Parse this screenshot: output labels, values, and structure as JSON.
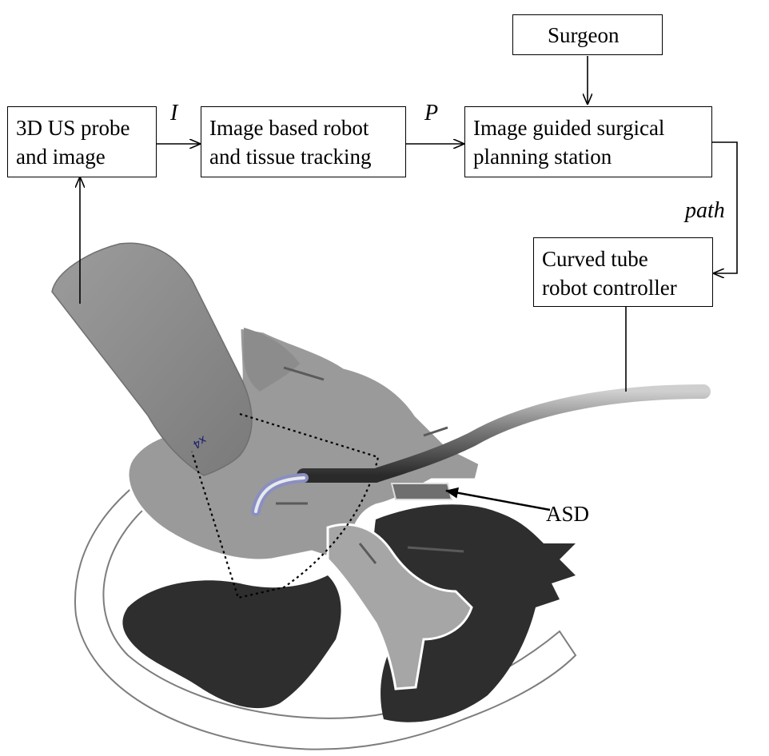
{
  "blocks": {
    "surgeon": "Surgeon",
    "probe": {
      "line1": "3D US probe",
      "line2": "and image"
    },
    "tracking": {
      "line1": "Image based robot",
      "line2": "and tissue tracking"
    },
    "planning": {
      "line1": "Image guided surgical",
      "line2": "planning station"
    },
    "controller": {
      "line1": "Curved tube",
      "line2": "robot controller"
    }
  },
  "signals": {
    "image": "I",
    "pose": "P",
    "path": "path"
  },
  "annotations": {
    "defect": "ASD",
    "probe_marking": "x4"
  },
  "colors": {
    "background": "#ffffff",
    "line": "#000000",
    "heart_light": "#9a9a9a",
    "heart_dark": "#2e2e2e",
    "probe": "#8c8c8c",
    "catheter": "#6a6a6a"
  }
}
